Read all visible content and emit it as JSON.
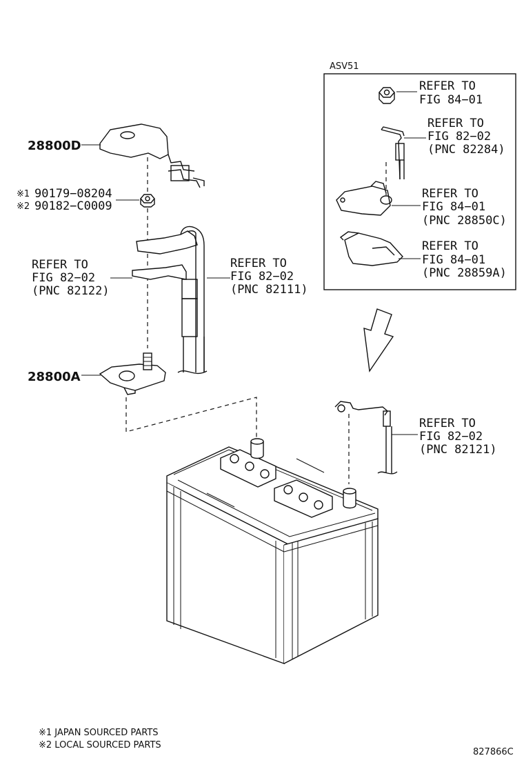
{
  "inset": {
    "title": "ASV51"
  },
  "parts": {
    "p28800D": "28800D",
    "p28800A": "28800A",
    "p1_mark": "※1",
    "p1_num": "90179−08204",
    "p2_mark": "※2",
    "p2_num": "90182−C0009"
  },
  "refs": {
    "r1": {
      "l1": "REFER TO",
      "l2": "FIG 82−02",
      "l3": "(PNC 82122)"
    },
    "r2": {
      "l1": "REFER TO",
      "l2": "FIG 82−02",
      "l3": "(PNC 82111)"
    },
    "r3": {
      "l1": "REFER TO",
      "l2": "FIG 82−02",
      "l3": "(PNC 82121)"
    },
    "i1": {
      "l1": "REFER TO",
      "l2": "FIG 84−01"
    },
    "i2": {
      "l1": "REFER TO",
      "l2": "FIG 82−02",
      "l3": "(PNC 82284)"
    },
    "i3": {
      "l1": "REFER TO",
      "l2": "FIG 84−01",
      "l3": "(PNC 28850C)"
    },
    "i4": {
      "l1": "REFER TO",
      "l2": "FIG 84−01",
      "l3": "(PNC 28859A)"
    }
  },
  "notes": {
    "n1": "※1 JAPAN SOURCED PARTS",
    "n2": "※2 LOCAL SOURCED PARTS"
  },
  "figure_id": "827866C"
}
